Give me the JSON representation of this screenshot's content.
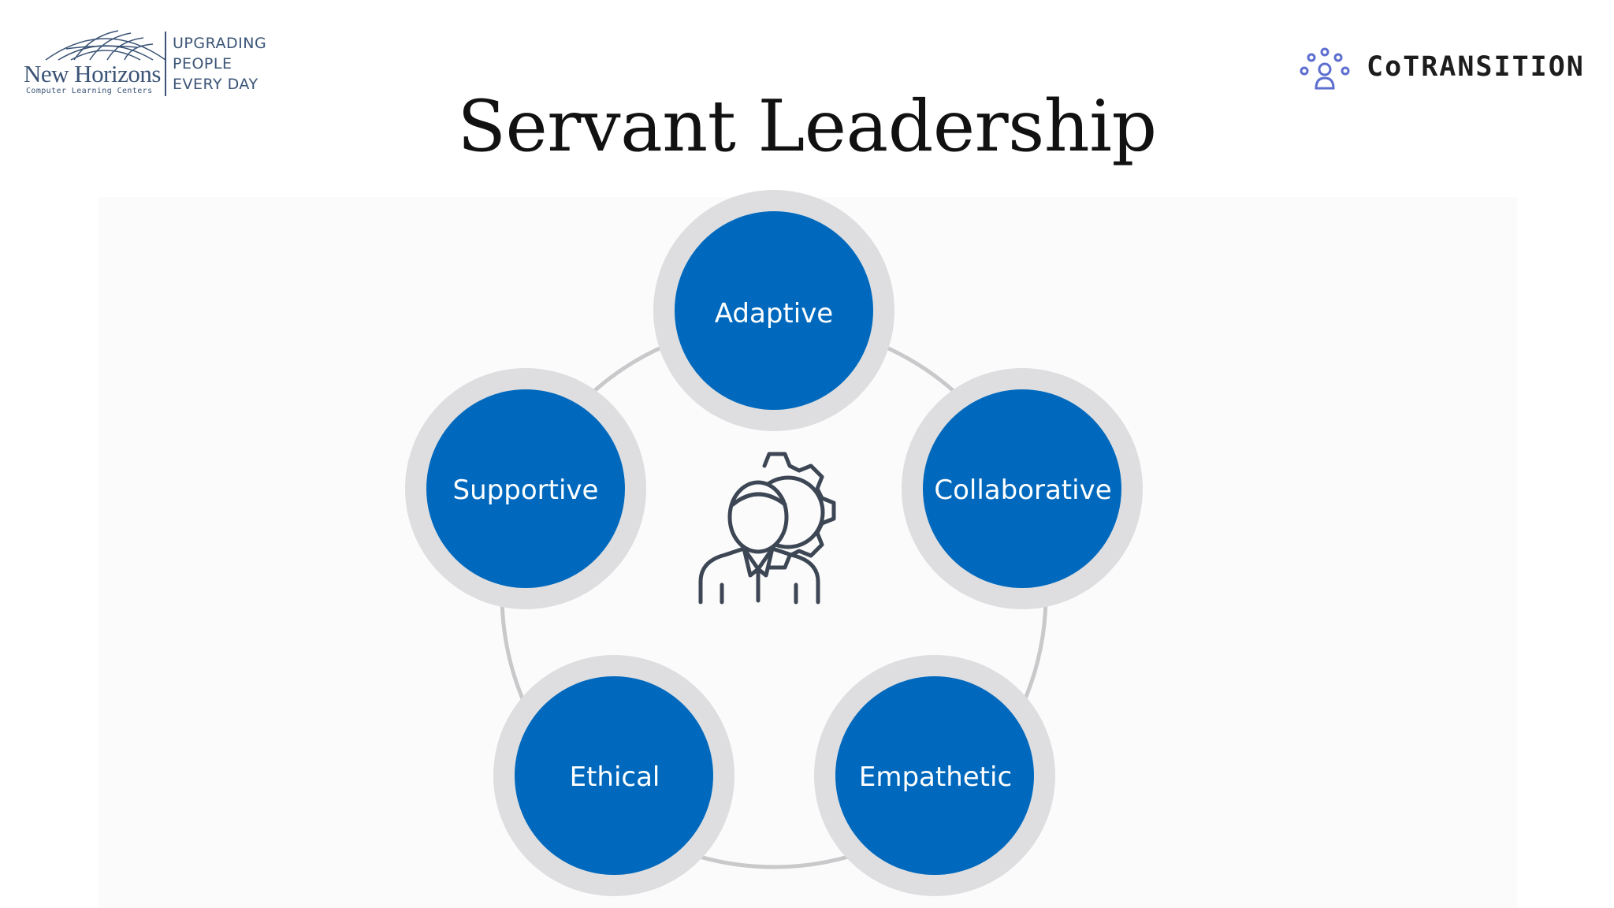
{
  "title": "Servant Leadership",
  "logos": {
    "new_horizons": {
      "wordmark": "New Horizons",
      "subtitle": "Computer Learning Centers",
      "tagline": [
        "UPGRADING",
        "PEOPLE",
        "EVERY DAY"
      ]
    },
    "cotransition": {
      "wordmark": "CoTRANSITION"
    }
  },
  "diagram": {
    "center_icon": "leader-gear-icon",
    "nodes": [
      {
        "label": "Adaptive"
      },
      {
        "label": "Collaborative"
      },
      {
        "label": "Empathetic"
      },
      {
        "label": "Ethical"
      },
      {
        "label": "Supportive"
      }
    ]
  },
  "colors": {
    "node_fill": "#0069bd",
    "node_ring": "#dedee0",
    "connector": "#c9c9cb",
    "icon_stroke": "#3d4654",
    "brand_navy": "#3b5476",
    "cotransition_icon": "#5e6ecf"
  }
}
